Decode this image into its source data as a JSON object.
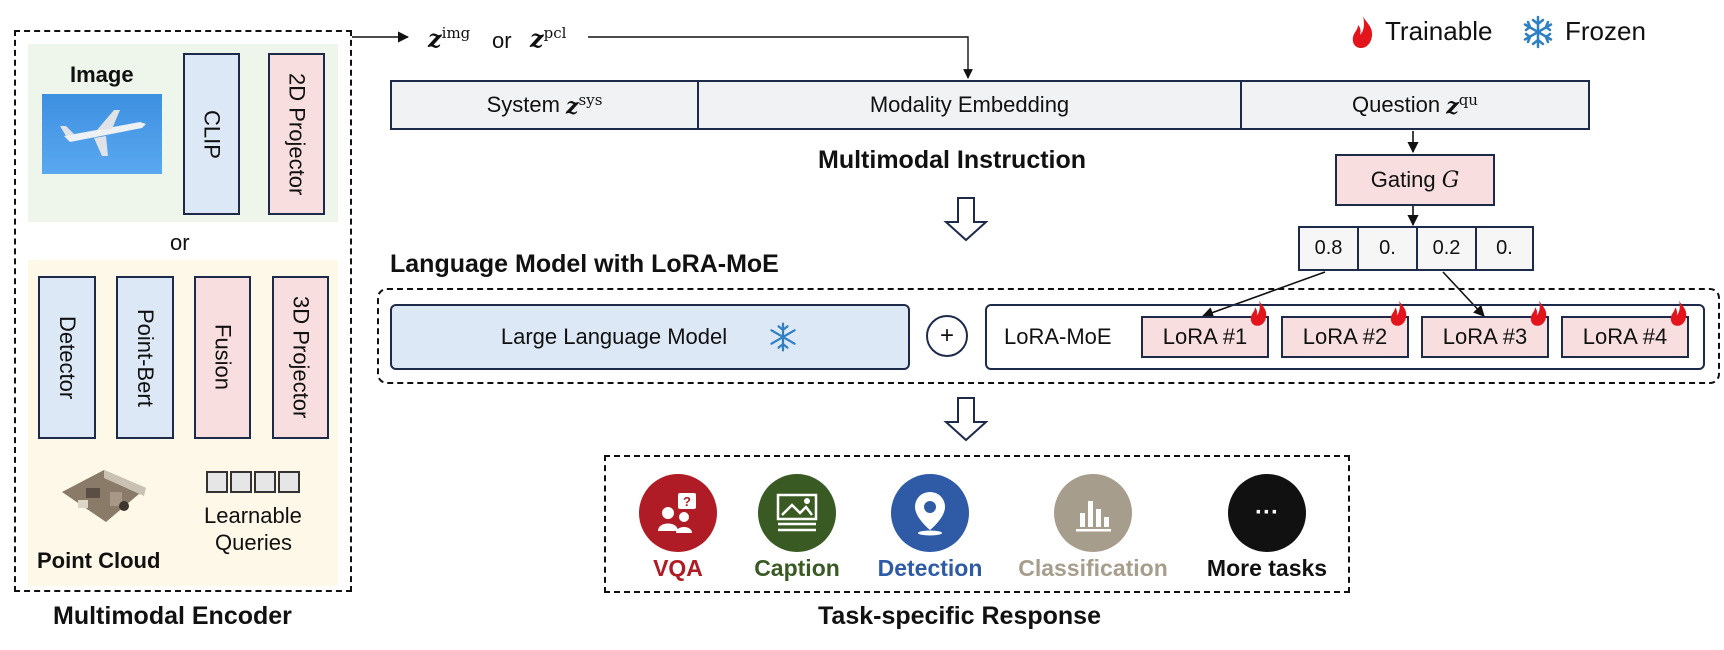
{
  "legend": {
    "trainable": "Trainable",
    "frozen": "Frozen"
  },
  "top_input": {
    "z_img": "img",
    "or": "or",
    "z_pcl": "pcl"
  },
  "encoder": {
    "image_label": "Image",
    "clip": "CLIP",
    "projector_2d": "2D Projector",
    "or": "or",
    "detector": "Detector",
    "point_bert": "Point-Bert",
    "fusion": "Fusion",
    "projector_3d": "3D Projector",
    "learnable_queries_line1": "Learnable",
    "learnable_queries_line2": "Queries",
    "point_cloud_label": "Point Cloud",
    "title": "Multimodal Encoder"
  },
  "instruction": {
    "system": "System",
    "system_sup": "sys",
    "modality": "Modality Embedding",
    "question": "Question",
    "question_sup": "qu",
    "title": "Multimodal Instruction"
  },
  "gating": {
    "label": "Gating",
    "symbol": "G",
    "weights": [
      "0.8",
      "0.",
      "0.2",
      "0."
    ]
  },
  "language_model": {
    "title": "Language Model with LoRA-MoE",
    "llm": "Large Language Model",
    "plus": "+",
    "lora_moe": "LoRA-MoE",
    "loras": [
      "LoRA #1",
      "LoRA #2",
      "LoRA #3",
      "LoRA #4"
    ]
  },
  "tasks": {
    "items": [
      {
        "label": "VQA",
        "color": "#b01c25",
        "icon": "qa-people-icon"
      },
      {
        "label": "Caption",
        "color": "#3a5a24",
        "icon": "image-caption-icon"
      },
      {
        "label": "Detection",
        "color": "#2e5aa6",
        "icon": "location-pin-icon"
      },
      {
        "label": "Classification",
        "color": "#a79d8c",
        "icon": "bar-chart-icon"
      },
      {
        "label": "More tasks",
        "color": "#111111",
        "icon": "ellipsis-icon"
      }
    ],
    "more_glyph": "···",
    "title": "Task-specific Response"
  }
}
